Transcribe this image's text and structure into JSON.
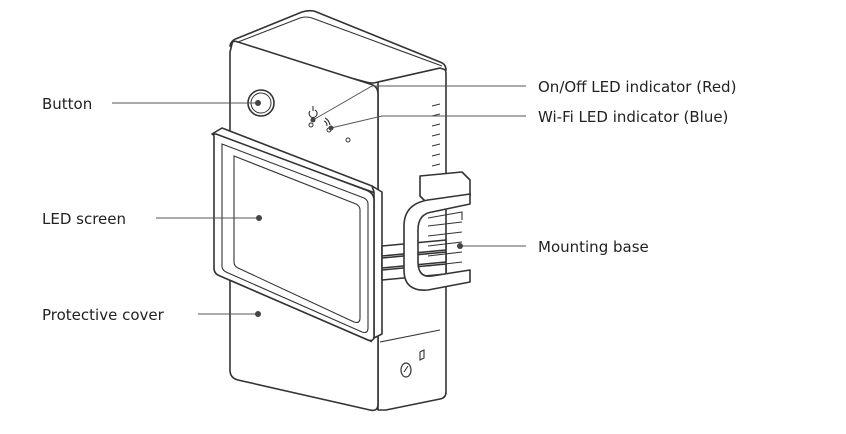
{
  "labels": {
    "button": "Button",
    "led_screen": "LED screen",
    "protective_cover": "Protective cover",
    "power_led": "On/Off LED indicator (Red)",
    "wifi_led": "Wi-Fi LED indicator (Blue)",
    "mounting_base": "Mounting base"
  },
  "colors": {
    "line": "#555555",
    "outline": "#333333",
    "text": "#222222"
  }
}
